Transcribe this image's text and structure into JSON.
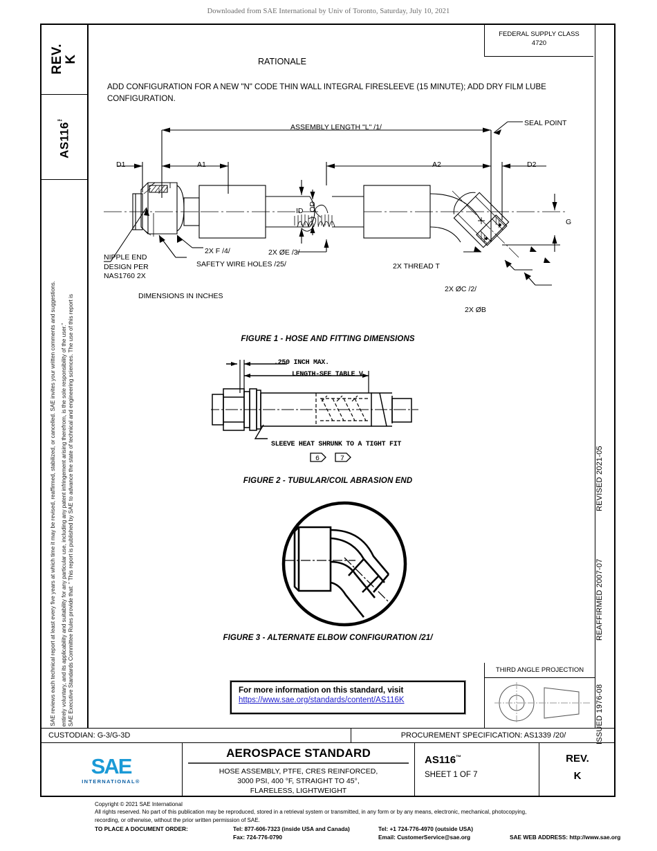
{
  "header": {
    "download_notice": "Downloaded from SAE International by Univ of Toronto, Saturday, July 10, 2021"
  },
  "left_column": {
    "rev_label": "REV.",
    "rev_value": "K",
    "doc_id": "AS116",
    "doc_id_tm": "™",
    "legal_line_1": "SAE Executive Standards Committee Rules provide that: ” This report is published by SAE to advance the state of technical and engineering sciences. The use of this report is",
    "legal_line_2": "entirely voluntary, and its applicability and suitability for any particular use, including any patent infringement arising therefrom, is the sole responsibility of the user.”",
    "legal_line_3": "SAE reviews each technical report at least every five years at which time it may be revised, reaffirmed, stabilized, or cancelled. SAE invites your written comments and suggestions."
  },
  "right_column": {
    "revised": "REVISED 2021-05",
    "reaffirmed": "REAFFIRMED 2007-07",
    "issued": "ISSUED 1976-08"
  },
  "federal_supply_class": {
    "label": "FEDERAL SUPPLY CLASS",
    "value": "4720"
  },
  "rationale": {
    "title": "RATIONALE",
    "text": "ADD CONFIGURATION FOR A NEW \"N\" CODE THIN WALL INTEGRAL FIRESLEEVE (15 MINUTE); ADD DRY FILM LUBE CONFIGURATION."
  },
  "figure1": {
    "caption": "FIGURE 1 - HOSE AND FITTING DIMENSIONS",
    "labels": {
      "assembly_length": "ASSEMBLY  LENGTH \"L\"  /1/",
      "seal_point": "SEAL POINT",
      "d1": "D1",
      "a1": "A1",
      "a2": "A2",
      "d2": "D2",
      "id": "ID",
      "od": "OD",
      "g": "G",
      "two_x_f": "2X F /4/",
      "safety_wire_holes": "SAFETY WIRE HOLES /25/",
      "two_x_oe": "2X ØE /3/",
      "nipple_end_l1": "NIPPLE END",
      "nipple_end_l2": "DESIGN PER",
      "nipple_end_l3": "NAS1760  2X",
      "two_x_thread_t": "2X THREAD T",
      "two_x_oc": "2X ØC /2/",
      "two_x_ob": "2X ØB",
      "dimensions_note": "DIMENSIONS IN INCHES"
    }
  },
  "figure2": {
    "caption": "FIGURE 2 - TUBULAR/COIL ABRASION END",
    "labels": {
      "max_dim": ".250 INCH MAX.",
      "length_table": "LENGTH-SEE TABLE V",
      "sleeve_note": "SLEEVE HEAT SHRUNK TO A TIGHT FIT",
      "flag_6": "6",
      "flag_7": "7"
    }
  },
  "figure3": {
    "caption": "FIGURE 3 - ALTERNATE ELBOW CONFIGURATION /21/"
  },
  "info_box": {
    "line1": "For more information on this standard, visit",
    "link": "https://www.sae.org/standards/content/AS116K"
  },
  "third_angle_projection": {
    "title": "THIRD ANGLE PROJECTION"
  },
  "custodian_row": {
    "custodian": "CUSTODIAN: G-3/G-3D",
    "procurement": "PROCUREMENT SPECIFICATION: AS1339 /20/"
  },
  "title_block": {
    "logo_main": "SAE",
    "logo_sub": "INTERNATIONAL®",
    "standard_title": "AEROSPACE STANDARD",
    "description_l1": "HOSE ASSEMBLY, PTFE, CRES REINFORCED,",
    "description_l2": "3000 PSI, 400 °F, STRAIGHT TO 45°,",
    "description_l3": "FLARELESS, LIGHTWEIGHT",
    "doc_number": "AS116",
    "doc_number_tm": "™",
    "sheet": "SHEET 1 OF 7",
    "rev_label": "REV.",
    "rev_value": "K"
  },
  "footer": {
    "copyright": "Copyright © 2021 SAE International",
    "rights_l1": "All rights reserved. No part of this publication may be reproduced, stored in a retrieval system or transmitted, in any form or by any means, electronic, mechanical, photocopying,",
    "rights_l2": "recording, or otherwise, without the prior written permission of SAE.",
    "order_label": "TO PLACE A DOCUMENT ORDER:",
    "tel_inside": "Tel: 877-606-7323 (inside USA and Canada)",
    "fax": "Fax: 724-776-0790",
    "tel_outside": "Tel: +1 724-776-4970 (outside USA)",
    "email": "Email: CustomerService@sae.org",
    "web": "SAE WEB ADDRESS: http://www.sae.org"
  },
  "colors": {
    "link": "#2020cc",
    "logo_light": "#1b9ad6",
    "logo_dark": "#0b5fa4"
  }
}
